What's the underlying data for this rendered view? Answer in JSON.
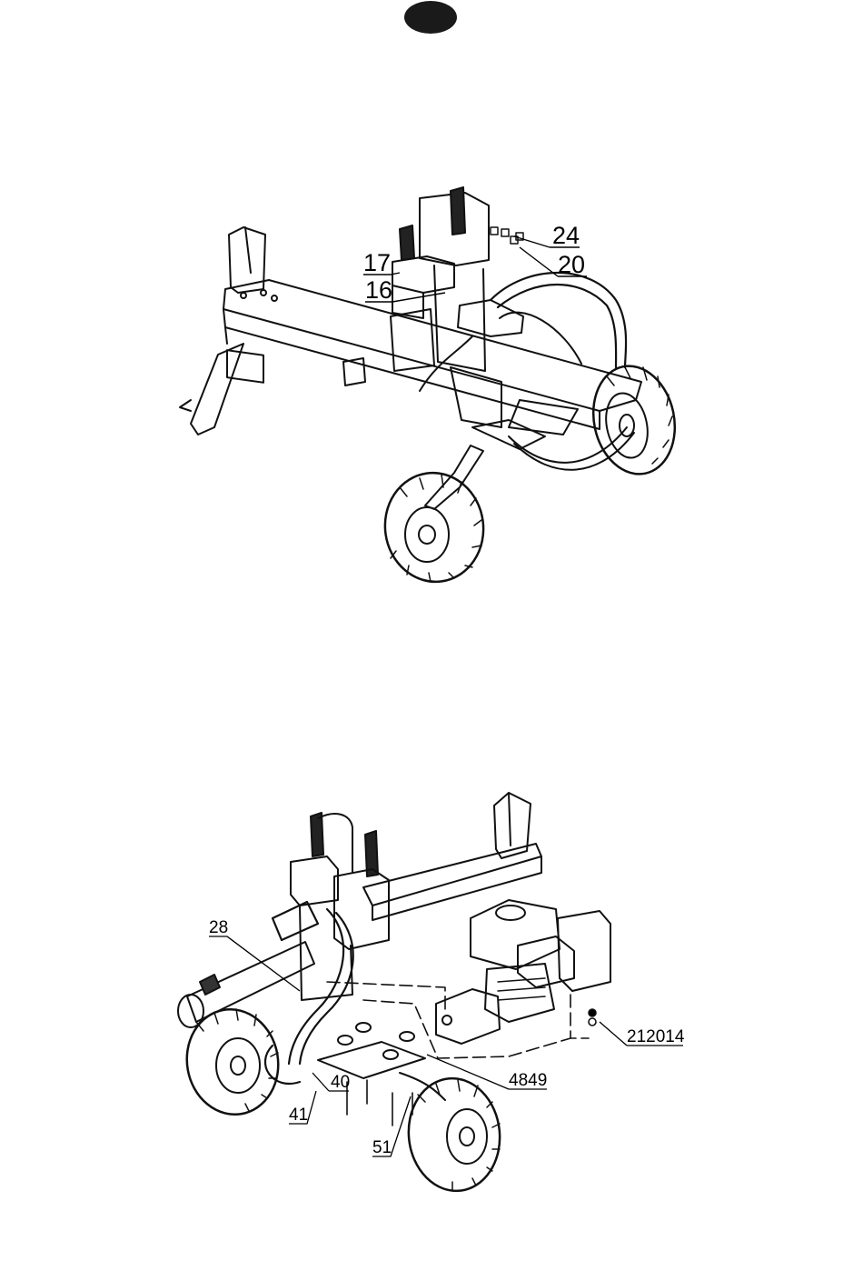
{
  "page_marker": {
    "color": "#1a1a1a",
    "shape": "filled-ellipse"
  },
  "diagram_top": {
    "callouts": {
      "c24": "24",
      "c20": "20",
      "c17": "17",
      "c16": "16"
    }
  },
  "diagram_bottom": {
    "callouts": {
      "c28": "28",
      "c40": "40",
      "c41": "41",
      "c51": "51",
      "c4849": "4849",
      "c212014": "212014"
    }
  }
}
